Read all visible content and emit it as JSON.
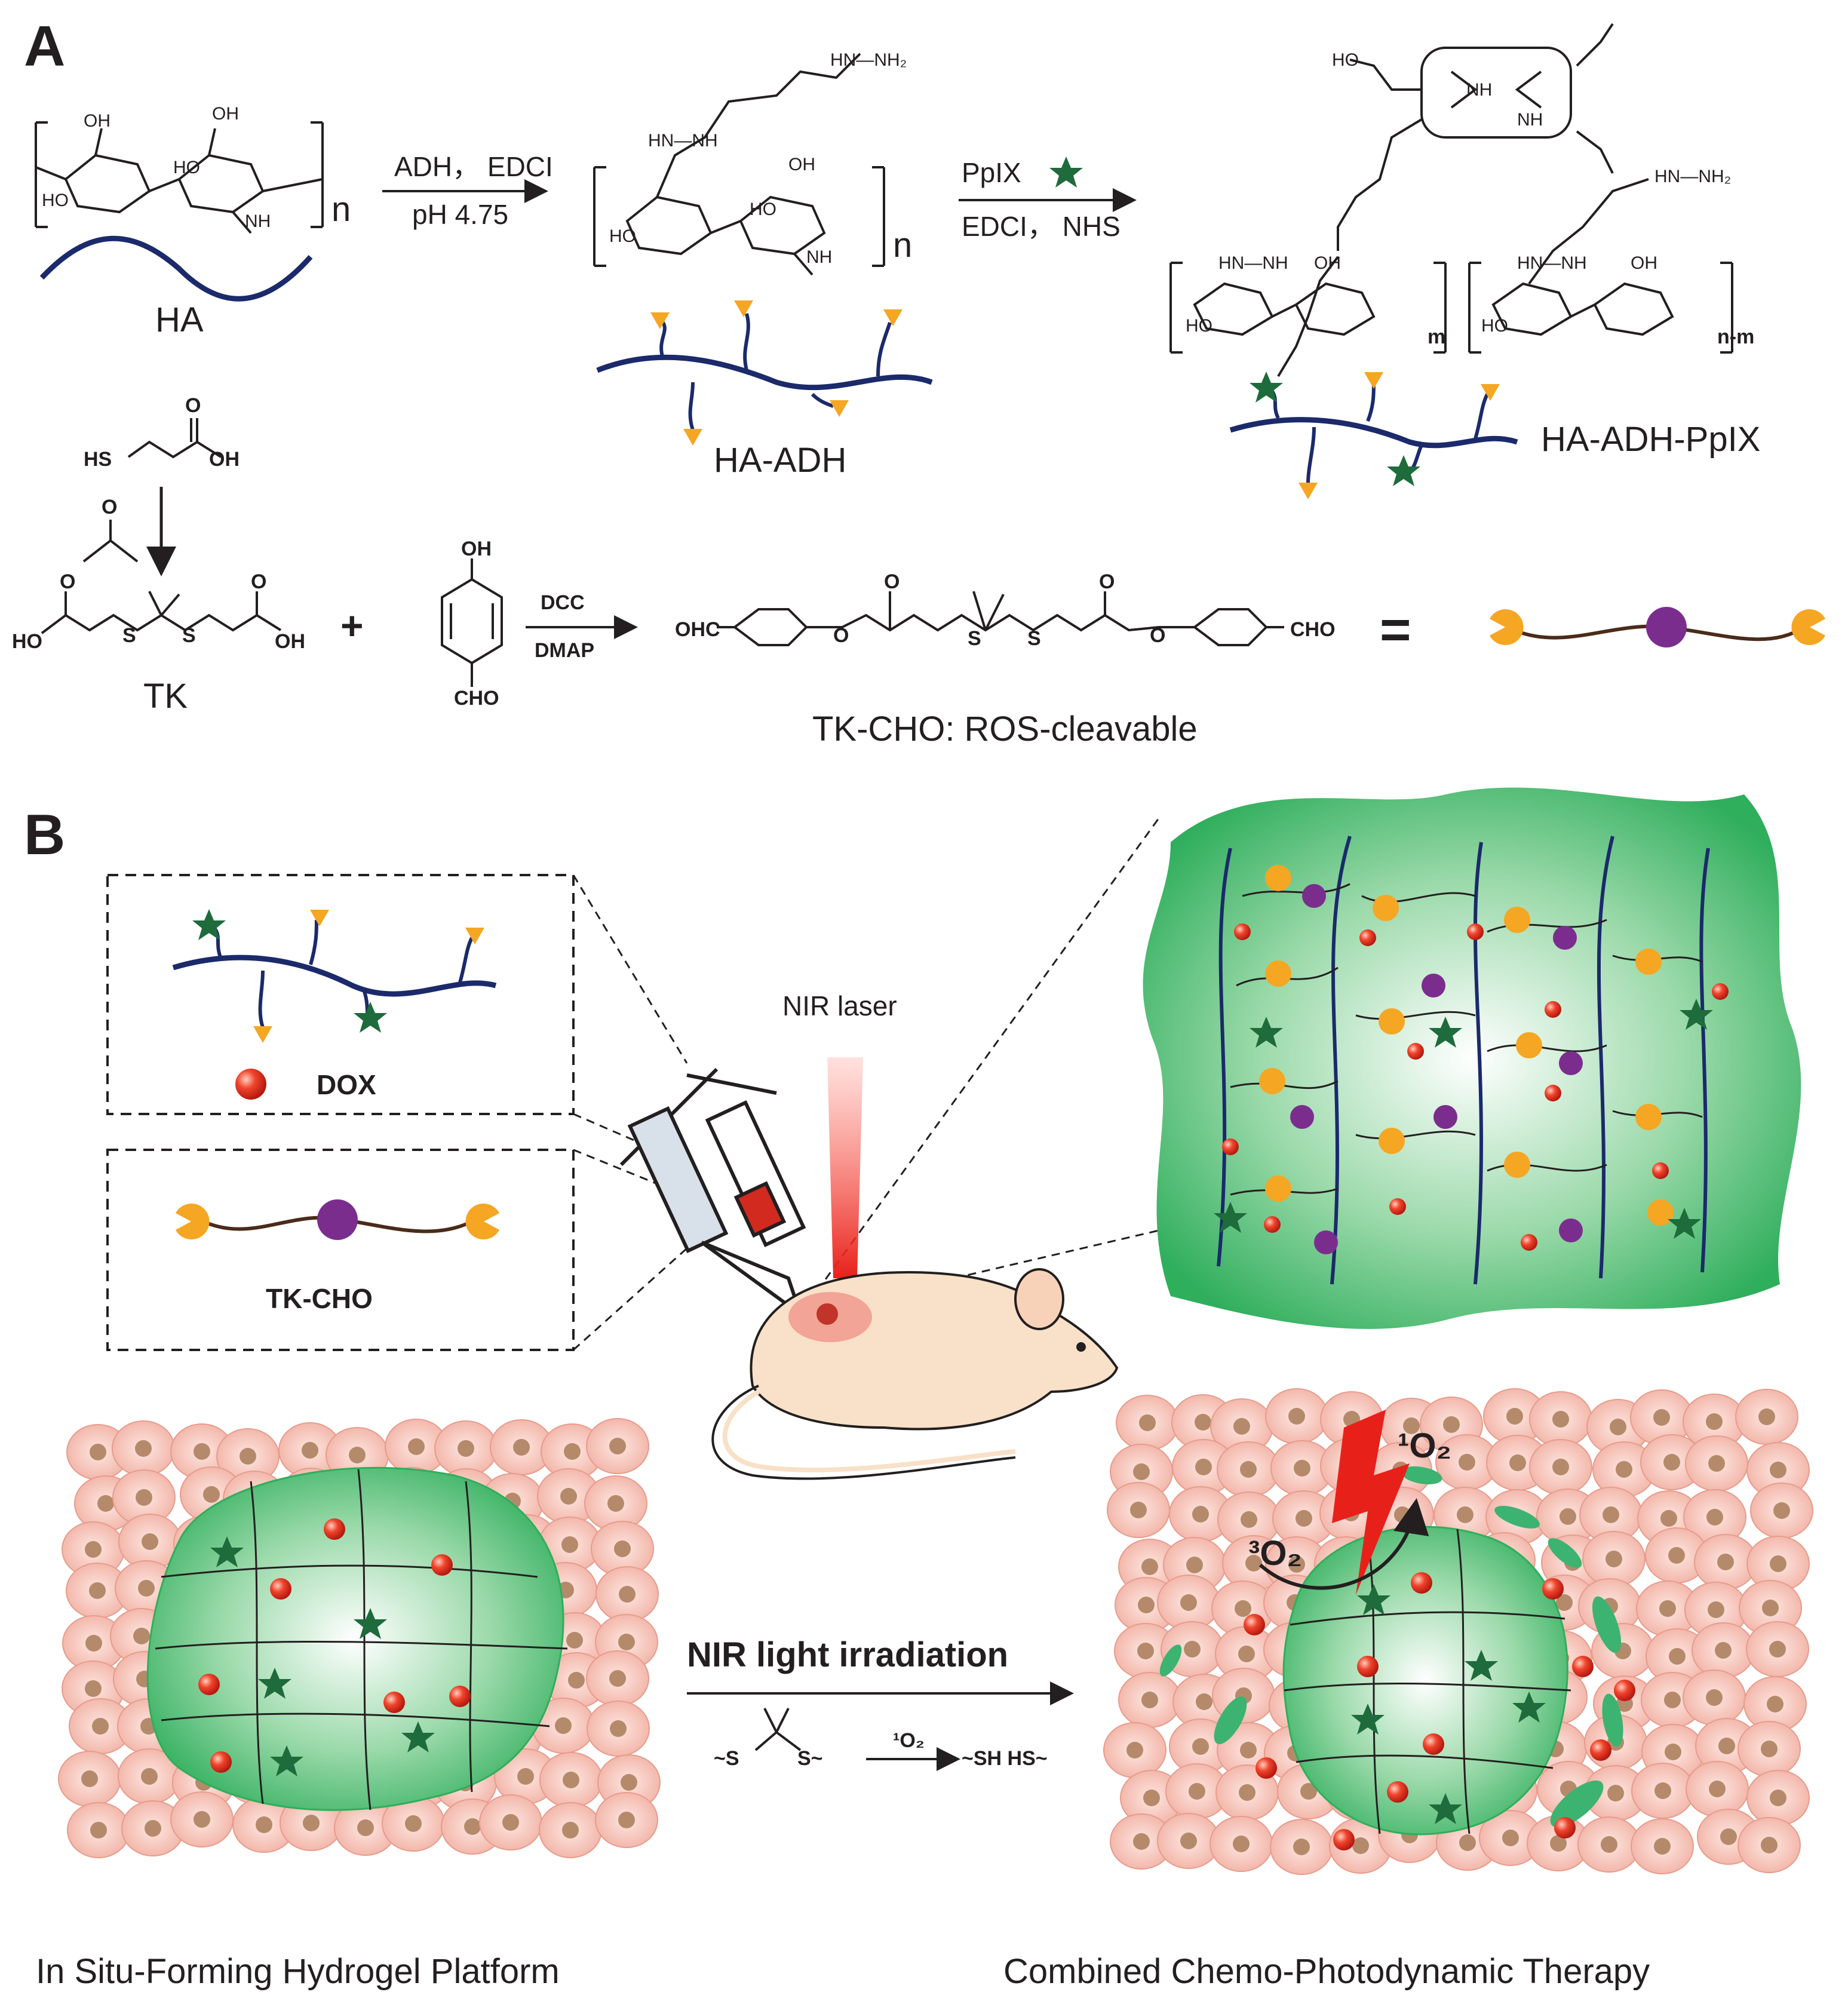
{
  "panels": {
    "a": "A",
    "b": "B"
  },
  "scheme": {
    "ha_label": "HA",
    "ha_adh_label": "HA-ADH",
    "ha_adh_ppix_label": "HA-ADH-PpIX",
    "step1_top": "ADH， EDCI",
    "step1_bottom": "pH 4.75",
    "step2_top": "PpIX",
    "step2_bottom": "EDCI， NHS",
    "repeat_n": "n",
    "repeat_m": "m",
    "repeat_nm": "n-m",
    "hs_acid": "HS",
    "oh": "OH",
    "ho": "HO",
    "o": "O",
    "tk_label": "TK",
    "plus": "+",
    "dcc": "DCC",
    "dmap": "DMAP",
    "ohc": "OHC",
    "cho": "CHO",
    "s": "S",
    "nh": "NH",
    "hydrazide": "HN—NH₂",
    "hn_nh": "HN—NH",
    "equals": "=",
    "tkcho_caption": "TK-CHO: ROS-cleavable"
  },
  "panel_b": {
    "dox_label": "DOX",
    "tkcho_label": "TK-CHO",
    "laser_label": "NIR laser",
    "irradiation_label": "NIR light irradiation",
    "cleavage_s_left": "~S",
    "cleavage_s_right": "S~",
    "singlet_o2": "¹O₂",
    "cleavage_products": "~SH  HS~",
    "triplet_o2": "³O₂",
    "singlet_o2_big": "¹O₂",
    "left_caption": "In Situ-Forming Hydrogel Platform",
    "right_caption": "Combined Chemo-Photodynamic Therapy"
  },
  "colors": {
    "polymer_blue": "#1b2a6b",
    "ppix_green": "#1e6b3c",
    "ald_orange": "#f5a623",
    "tk_purple": "#7b2d8e",
    "dox_red": "#e53b2c",
    "gel_green": "#3cb371",
    "cell_pink": "#f4c2b8",
    "laser_red": "#e8201a"
  }
}
